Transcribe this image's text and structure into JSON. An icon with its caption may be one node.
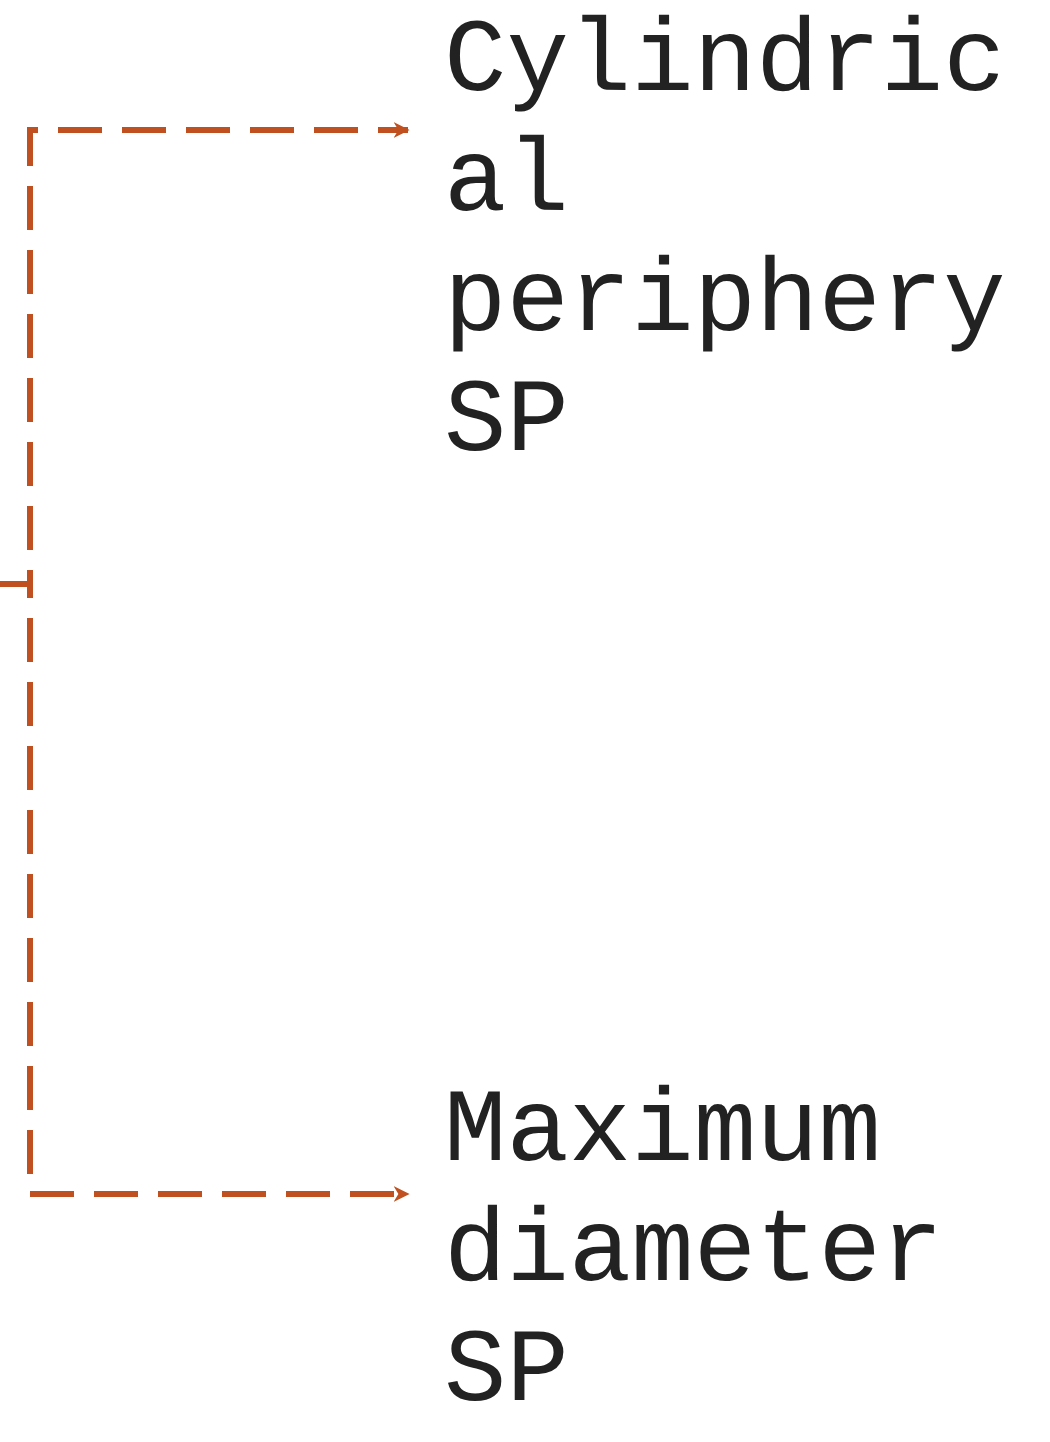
{
  "diagram": {
    "nodes": [
      {
        "text": [
          "Cylindrical periphery SP"
        ]
      },
      {
        "text": [
          "Maximum diameter SP"
        ]
      }
    ],
    "edges": [
      {
        "from": null,
        "to": 0,
        "arrow": "to",
        "style": "dashed"
      },
      {
        "from": null,
        "to": 1,
        "arrow": "to",
        "style": "dashed"
      }
    ]
  }
}
